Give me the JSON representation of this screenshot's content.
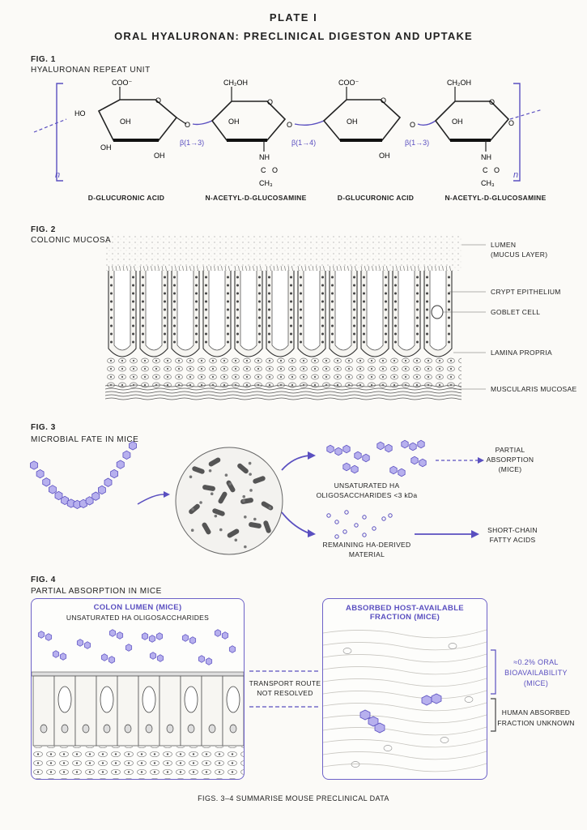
{
  "plate": "PLATE I",
  "title": "ORAL HYALURONAN: PRECLINICAL DIGESTON AND UPTAKE",
  "fig1": {
    "number": "FIG. 1",
    "caption": "HYALURONAN REPEAT UNIT",
    "units": [
      "D-GLUCURONIC ACID",
      "N-ACETYL-D-GLUCOSAMINE",
      "D-GLUCURONIC ACID",
      "N-ACETYL-D-GLUCOSAMINE"
    ],
    "linkages": [
      "β(1→3)",
      "β(1→4)",
      "β(1→3)"
    ],
    "repeat_label": "n",
    "groups": {
      "coo": "COO⁻",
      "ch2oh": "CH₂OH",
      "ho": "HO",
      "oh": "OH",
      "o": "O",
      "nh": "NH",
      "c": "C",
      "ch3": "CH₃"
    }
  },
  "fig2": {
    "number": "FIG. 2",
    "caption": "COLONIC MUCOSA",
    "labels": [
      "LUMEN",
      "(MUCUS LAYER)",
      "CRYPT EPITHELIUM",
      "GOBLET CELL",
      "LAMINA PROPRIA",
      "MUSCULARIS MUCOSAE"
    ]
  },
  "fig3": {
    "number": "FIG. 3",
    "caption": "MICROBIAL FATE IN MICE",
    "oligo_label_1": "UNSATURATED HA",
    "oligo_label_2": "OLIGOSACCHARIDES <3 kDa",
    "partial_1": "PARTIAL",
    "partial_2": "ABSORPTION",
    "partial_3": "(MICE)",
    "remaining_1": "REMAINING HA-DERIVED",
    "remaining_2": "MATERIAL",
    "scfa_1": "SHORT-CHAIN",
    "scfa_2": "FATTY ACIDS"
  },
  "fig4": {
    "number": "FIG. 4",
    "caption": "PARTIAL ABSORPTION IN MICE",
    "left_title": "COLON LUMEN (MICE)",
    "left_sub": "UNSATURATED HA OLIGOSACCHARIDES",
    "transport_1": "TRANSPORT ROUTE",
    "transport_2": "NOT RESOLVED",
    "right_title_1": "ABSORBED HOST-AVAILABLE",
    "right_title_2": "FRACTION (MICE)",
    "bio_1": "≈0.2% ORAL",
    "bio_2": "BIOAVAILABILITY",
    "bio_3": "(MICE)",
    "human_1": "HUMAN ABSORBED",
    "human_2": "FRACTION UNKNOWN"
  },
  "footer": "FIGS. 3–4 SUMMARISE MOUSE PRECLINICAL DATA",
  "colors": {
    "accent": "#5a4fc0",
    "hexagon_fill": "#b7b0ee",
    "ink": "#222222"
  }
}
